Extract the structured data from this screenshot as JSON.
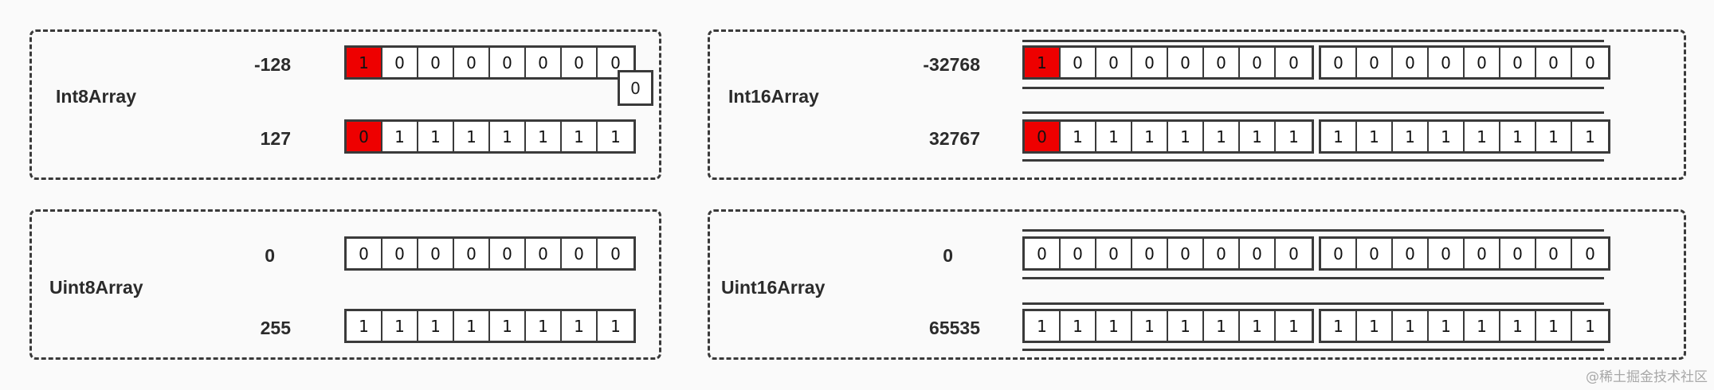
{
  "int8": {
    "type_label": "Int8Array",
    "rows": [
      {
        "value": "-128",
        "bits": [
          "1",
          "0",
          "0",
          "0",
          "0",
          "0",
          "0",
          "0"
        ]
      },
      {
        "value": "127",
        "bits": [
          "0",
          "1",
          "1",
          "1",
          "1",
          "1",
          "1",
          "1"
        ]
      }
    ],
    "overflow_bit": "0"
  },
  "uint8": {
    "type_label": "Uint8Array",
    "rows": [
      {
        "value": "0",
        "bits": [
          "0",
          "0",
          "0",
          "0",
          "0",
          "0",
          "0",
          "0"
        ]
      },
      {
        "value": "255",
        "bits": [
          "1",
          "1",
          "1",
          "1",
          "1",
          "1",
          "1",
          "1"
        ]
      }
    ]
  },
  "int16": {
    "type_label": "Int16Array",
    "rows": [
      {
        "value": "-32768",
        "byte1": [
          "1",
          "0",
          "0",
          "0",
          "0",
          "0",
          "0",
          "0"
        ],
        "byte2": [
          "0",
          "0",
          "0",
          "0",
          "0",
          "0",
          "0",
          "0"
        ]
      },
      {
        "value": "32767",
        "byte1": [
          "0",
          "1",
          "1",
          "1",
          "1",
          "1",
          "1",
          "1"
        ],
        "byte2": [
          "1",
          "1",
          "1",
          "1",
          "1",
          "1",
          "1",
          "1"
        ]
      }
    ]
  },
  "uint16": {
    "type_label": "Uint16Array",
    "rows": [
      {
        "value": "0",
        "byte1": [
          "0",
          "0",
          "0",
          "0",
          "0",
          "0",
          "0",
          "0"
        ],
        "byte2": [
          "0",
          "0",
          "0",
          "0",
          "0",
          "0",
          "0",
          "0"
        ]
      },
      {
        "value": "65535",
        "byte1": [
          "1",
          "1",
          "1",
          "1",
          "1",
          "1",
          "1",
          "1"
        ],
        "byte2": [
          "1",
          "1",
          "1",
          "1",
          "1",
          "1",
          "1",
          "1"
        ]
      }
    ]
  },
  "sign_bit_color": "#ee0000",
  "watermark": "@稀土掘金技术社区"
}
